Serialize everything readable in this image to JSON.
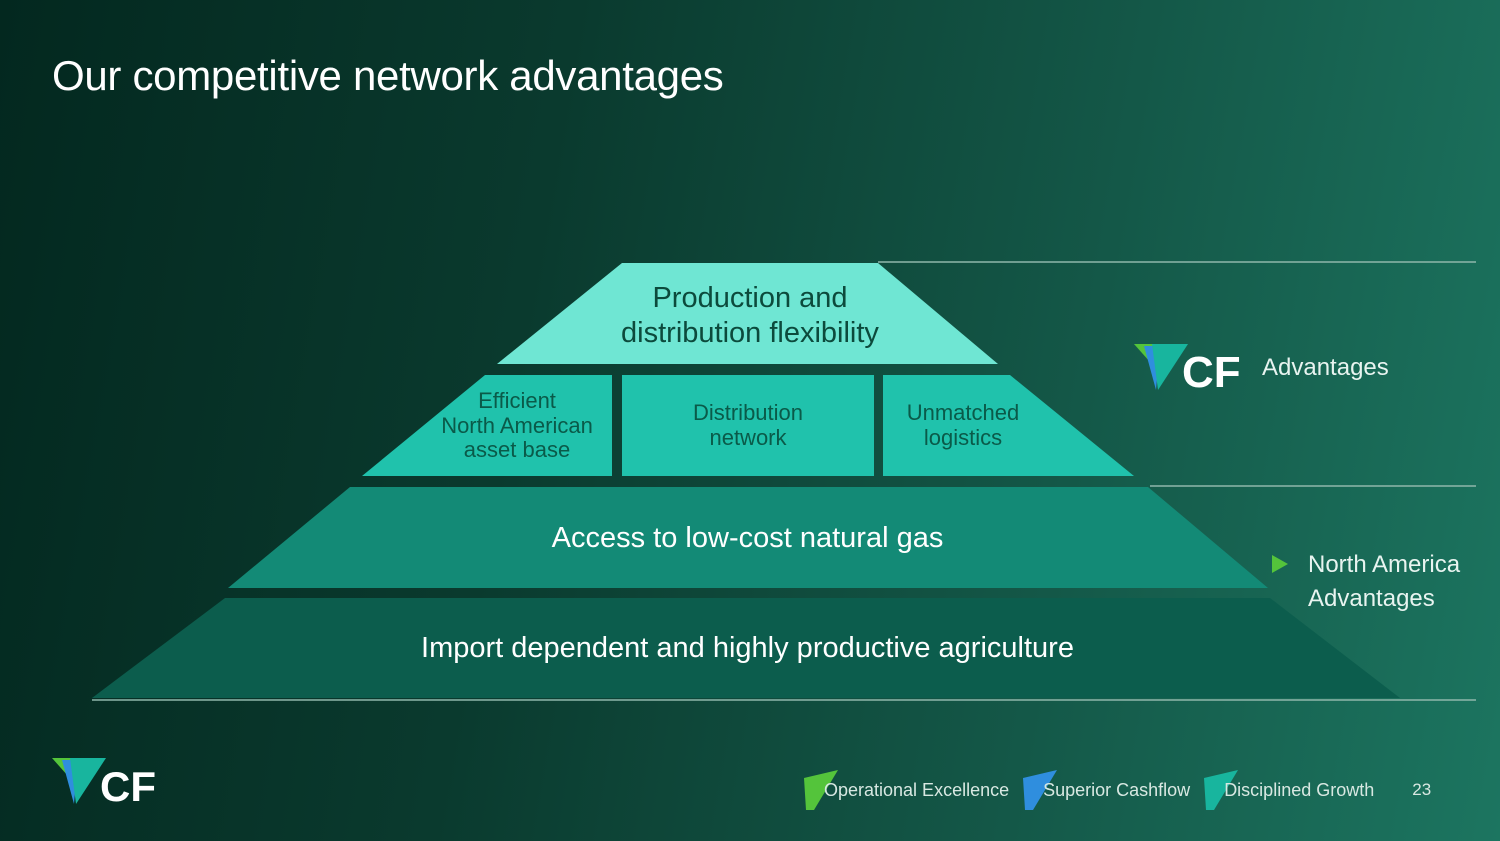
{
  "slide": {
    "title": "Our competitive network advantages"
  },
  "pyramid": {
    "tier1": {
      "line1": "Production and",
      "line2": "distribution flexibility"
    },
    "tier2": [
      {
        "line1": "Efficient",
        "line2": "North American",
        "line3": "asset base"
      },
      {
        "line1": "Distribution",
        "line2": "network"
      },
      {
        "line1": "Unmatched",
        "line2": "logistics"
      }
    ],
    "tier3": {
      "label": "Access to low-cost natural gas"
    },
    "tier4": {
      "label": "Import dependent and highly productive agriculture"
    }
  },
  "legend": {
    "cf_logo_text": "CF",
    "cf_advantages": "Advantages",
    "na_line1": "North America",
    "na_line2": "Advantages"
  },
  "footer": {
    "logo_text": "CF",
    "items": [
      "Operational Excellence",
      "Superior Cashflow",
      "Disciplined Growth"
    ],
    "page_number": "23"
  },
  "colors": {
    "tier1": "#6fe6d3",
    "tier2": "#20c2ac",
    "tier3": "#138a76",
    "tier4": "#0c5d4d",
    "green": "#54c43b",
    "blue": "#2f8ede",
    "teal": "#18b59e"
  }
}
